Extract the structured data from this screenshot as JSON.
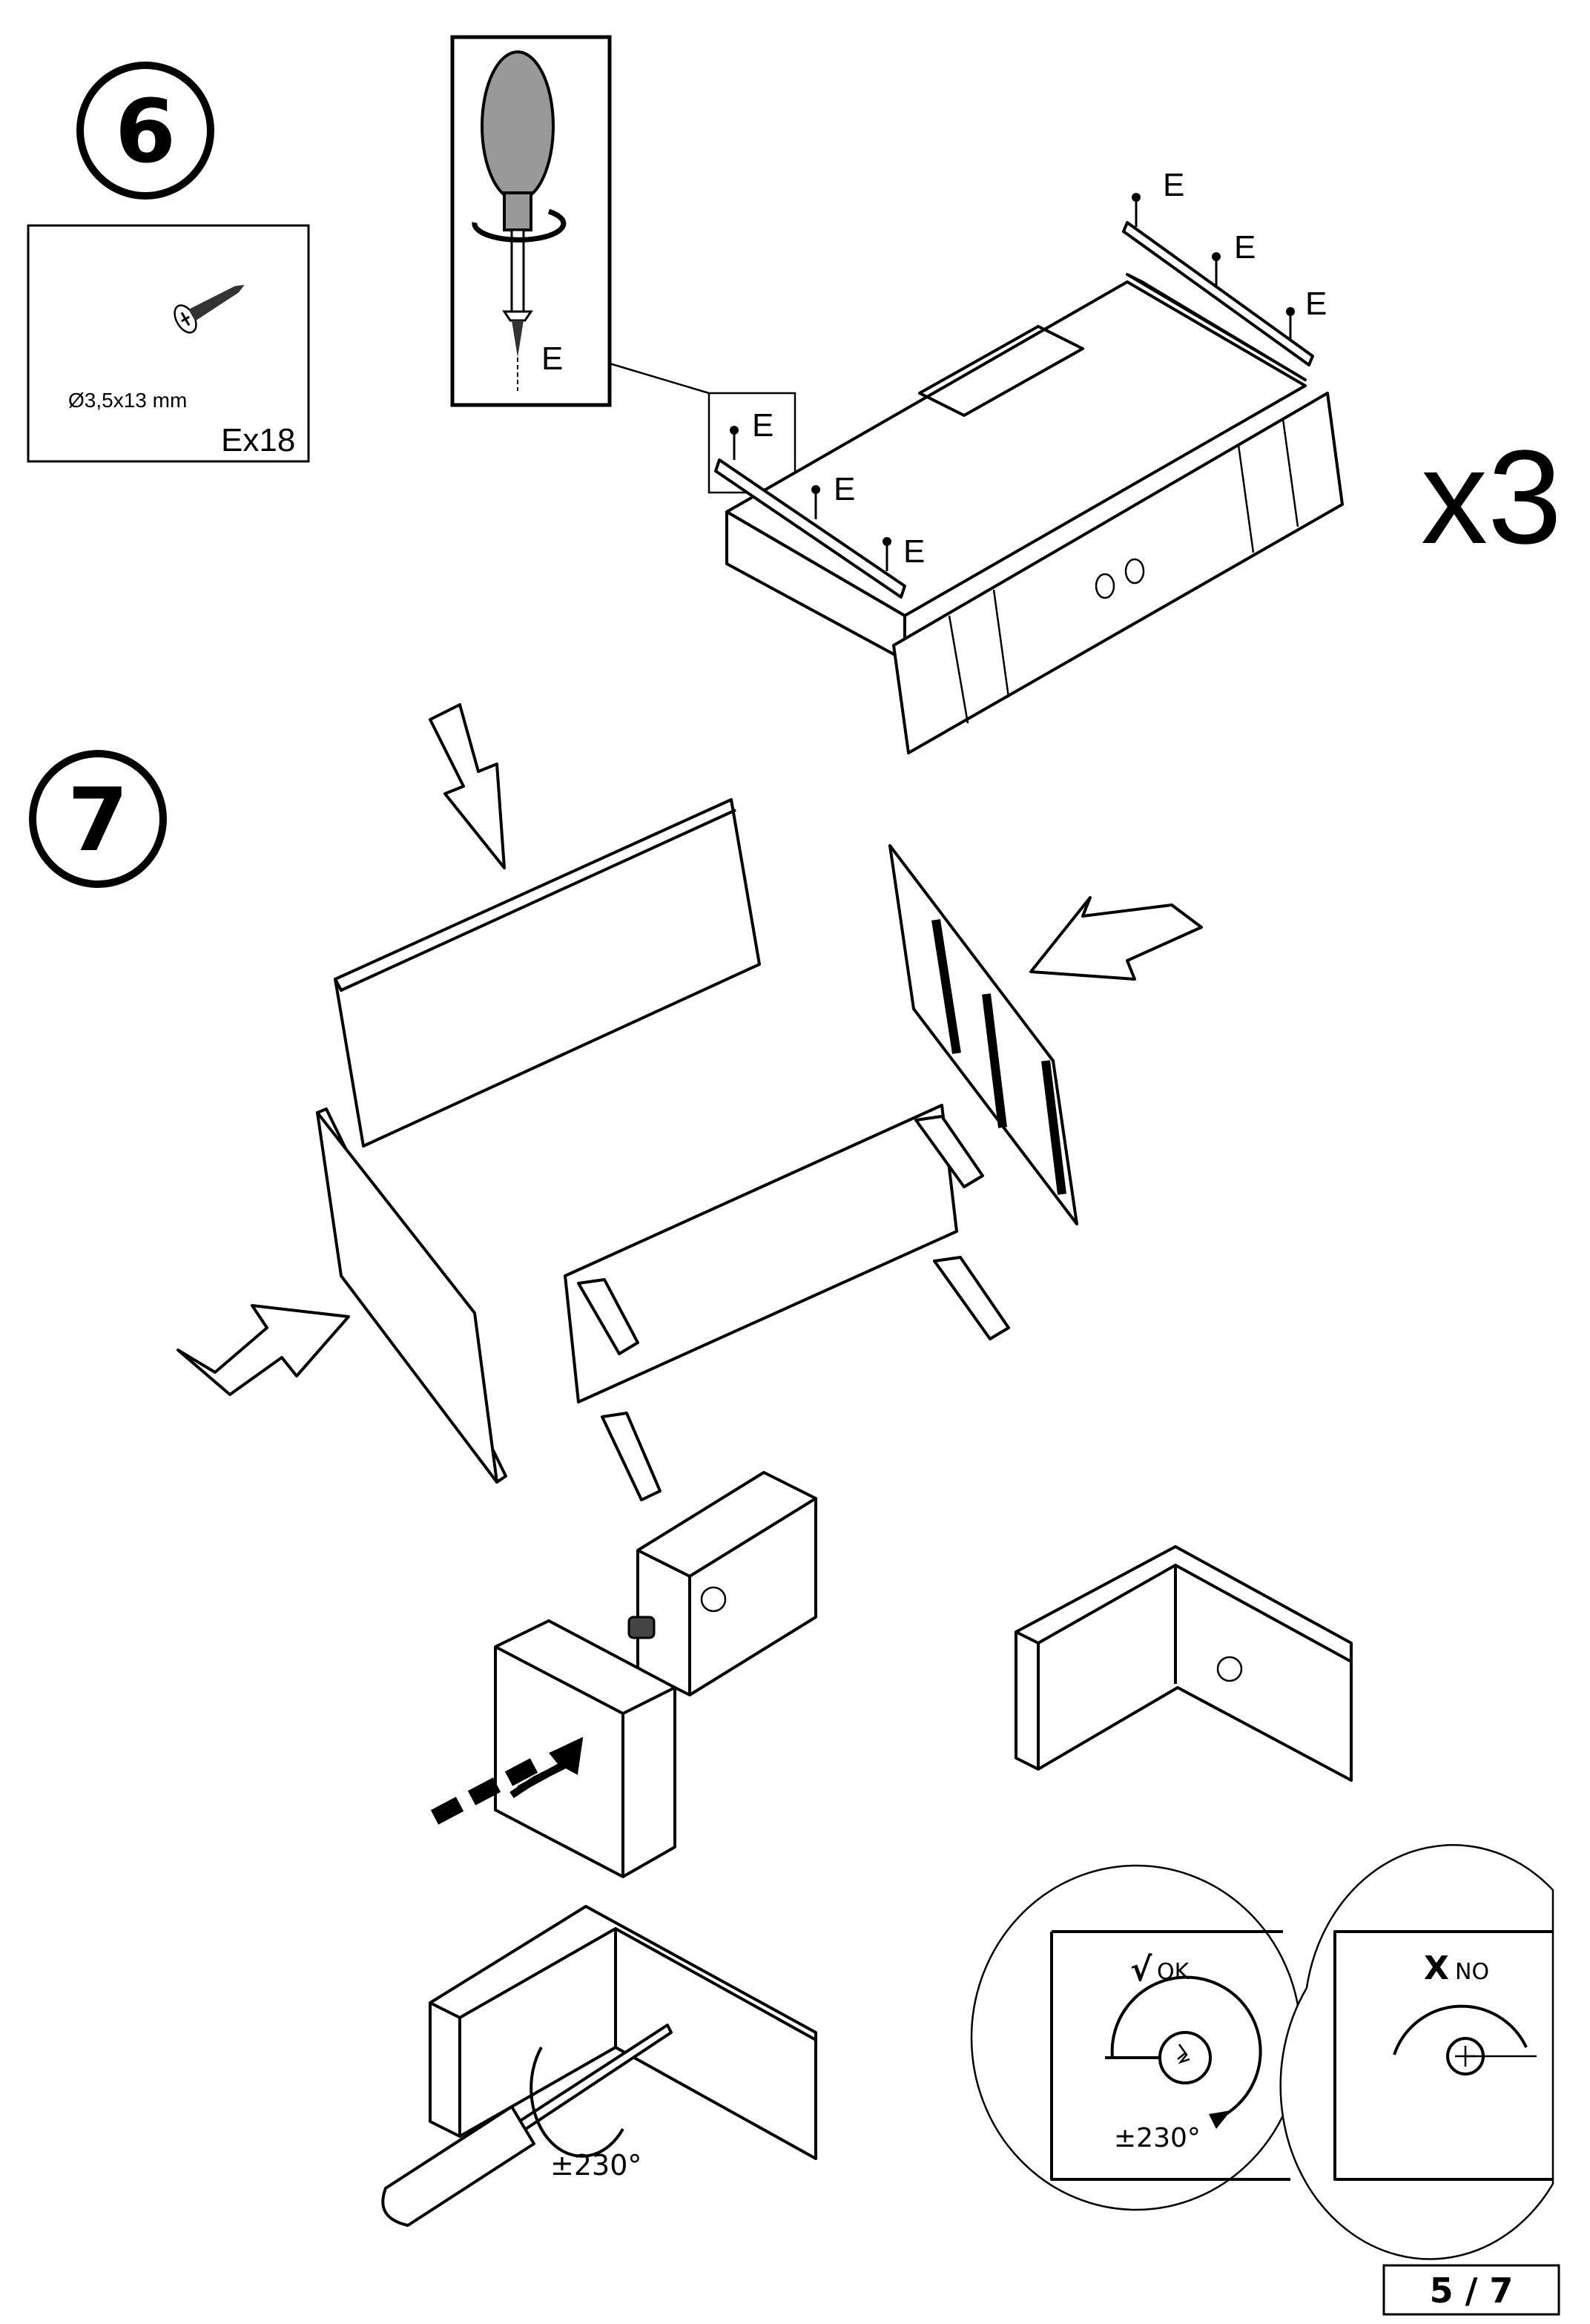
{
  "step6": {
    "number": "6",
    "part": {
      "size": "Ø3,5x13 mm",
      "quantity": "Ex18"
    },
    "screwdriver_label": "E",
    "drawer_labels": [
      "E",
      "E",
      "E",
      "E",
      "E",
      "E"
    ],
    "multiplier": "x3"
  },
  "step7": {
    "number": "7",
    "rotation_label": "±230°",
    "ok": {
      "mark": "√",
      "label": "OK.",
      "angle": "±230°"
    },
    "no": {
      "mark": "X",
      "label": "NO"
    }
  },
  "page": {
    "indicator": "5 / 7"
  }
}
